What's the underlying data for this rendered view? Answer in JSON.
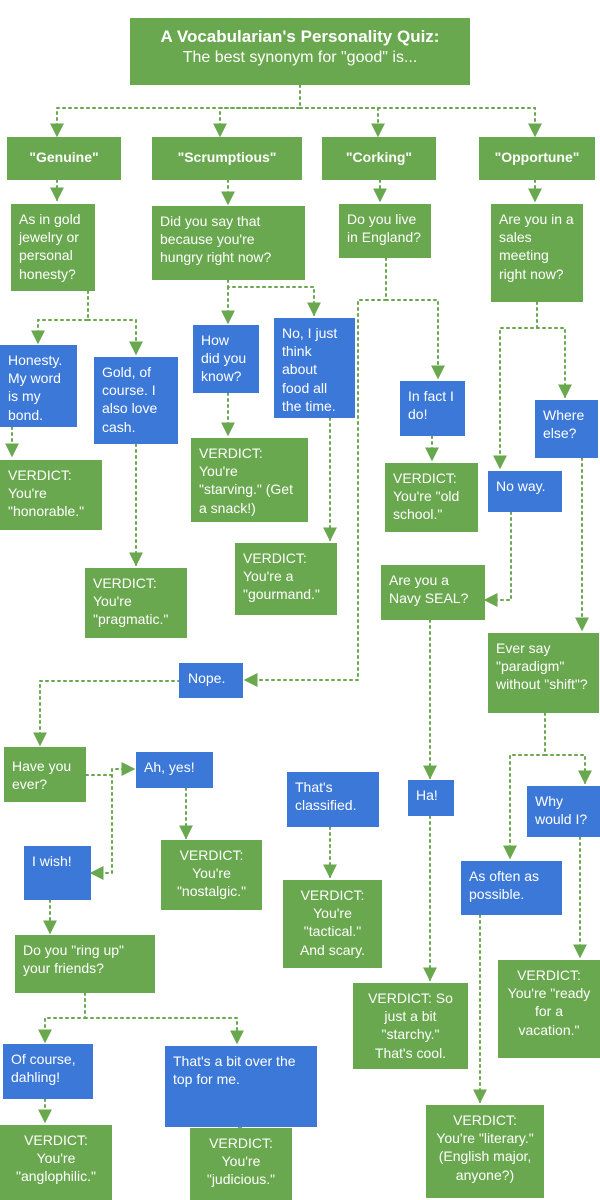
{
  "title": {
    "line1": "A Vocabularian's Personality Quiz:",
    "line2": "The best synonym for \"good\" is..."
  },
  "options": {
    "genuine": "\"Genuine\"",
    "scrumptious": "\"Scrumptious\"",
    "corking": "\"Corking\"",
    "opportune": "\"Opportune\""
  },
  "questions": {
    "gold_or_honesty": "As in gold jewelry or personal honesty?",
    "hungry": "Did you say that because you're hungry right now?",
    "england": "Do you live in England?",
    "sales_meeting": "Are you in a sales meeting right now?",
    "navy_seal": "Are you a Navy SEAL?",
    "paradigm": "Ever say \"paradigm\" without \"shift\"?",
    "have_you_ever": "Have you ever?",
    "ring_up": "Do you \"ring up\" your friends?"
  },
  "answers": {
    "honesty": "Honesty. My word is my bond.",
    "gold": "Gold, of course. I also love cash.",
    "how_know": "How did you know?",
    "food": "No, I just think about food all the time.",
    "in_fact": "In fact I do!",
    "no_way": "No way.",
    "where_else": "Where else?",
    "nope": "Nope.",
    "ah_yes": "Ah, yes!",
    "i_wish": "I wish!",
    "classified": "That's classified.",
    "ha": "Ha!",
    "why_would": "Why would I?",
    "often": "As often as possible.",
    "of_course": "Of course, dahling!",
    "over_top": "That's a bit over the top for me."
  },
  "verdicts": {
    "honorable": "VERDICT: You're \"honorable.\"",
    "pragmatic": "VERDICT: You're \"pragmatic.\"",
    "starving": "VERDICT: You're \"starving.\" (Get a snack!)",
    "gourmand": "VERDICT: You're a \"gourmand.\"",
    "old_school": "VERDICT: You're \"old school.\"",
    "nostalgic": "VERDICT: You're \"nostalgic.\"",
    "tactical": "VERDICT: You're \"tactical.\" And scary.",
    "starchy": "VERDICT: So just a bit \"starchy.\" That's cool.",
    "vacation": "VERDICT: You're \"ready for a vacation.\"",
    "literary": "VERDICT: You're \"literary.\" (English major, anyone?)",
    "anglophilic": "VERDICT: You're \"anglophilic.\"",
    "judicious": "VERDICT: You're \"judicious.\""
  },
  "colors": {
    "green": "#6aa84f",
    "blue": "#3c78d8",
    "connector": "#6aa84f",
    "text": "#ffffff"
  }
}
